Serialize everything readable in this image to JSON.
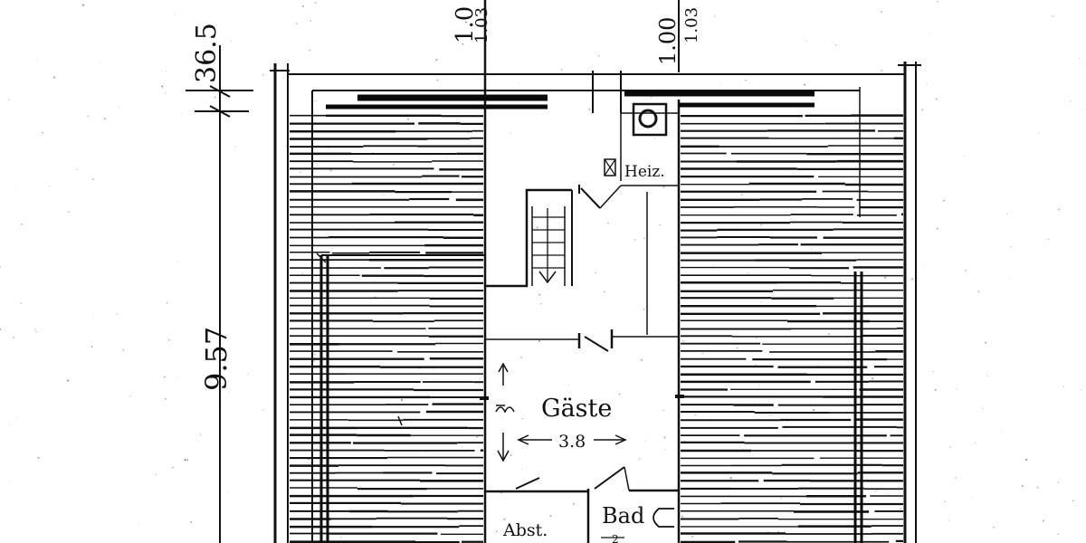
{
  "plan": {
    "dimensions": {
      "top_left": "36.5",
      "left_height": "9.57",
      "top_a": "1.0",
      "top_a_sub": "1.03",
      "top_b": "1.00",
      "top_b_sub": "1.03"
    },
    "rooms": {
      "heating": "Heiz.",
      "guest": "Gäste",
      "guest_width": "3.8",
      "bath": "Bad",
      "storage": "Abst.",
      "bath_width": "2"
    }
  }
}
